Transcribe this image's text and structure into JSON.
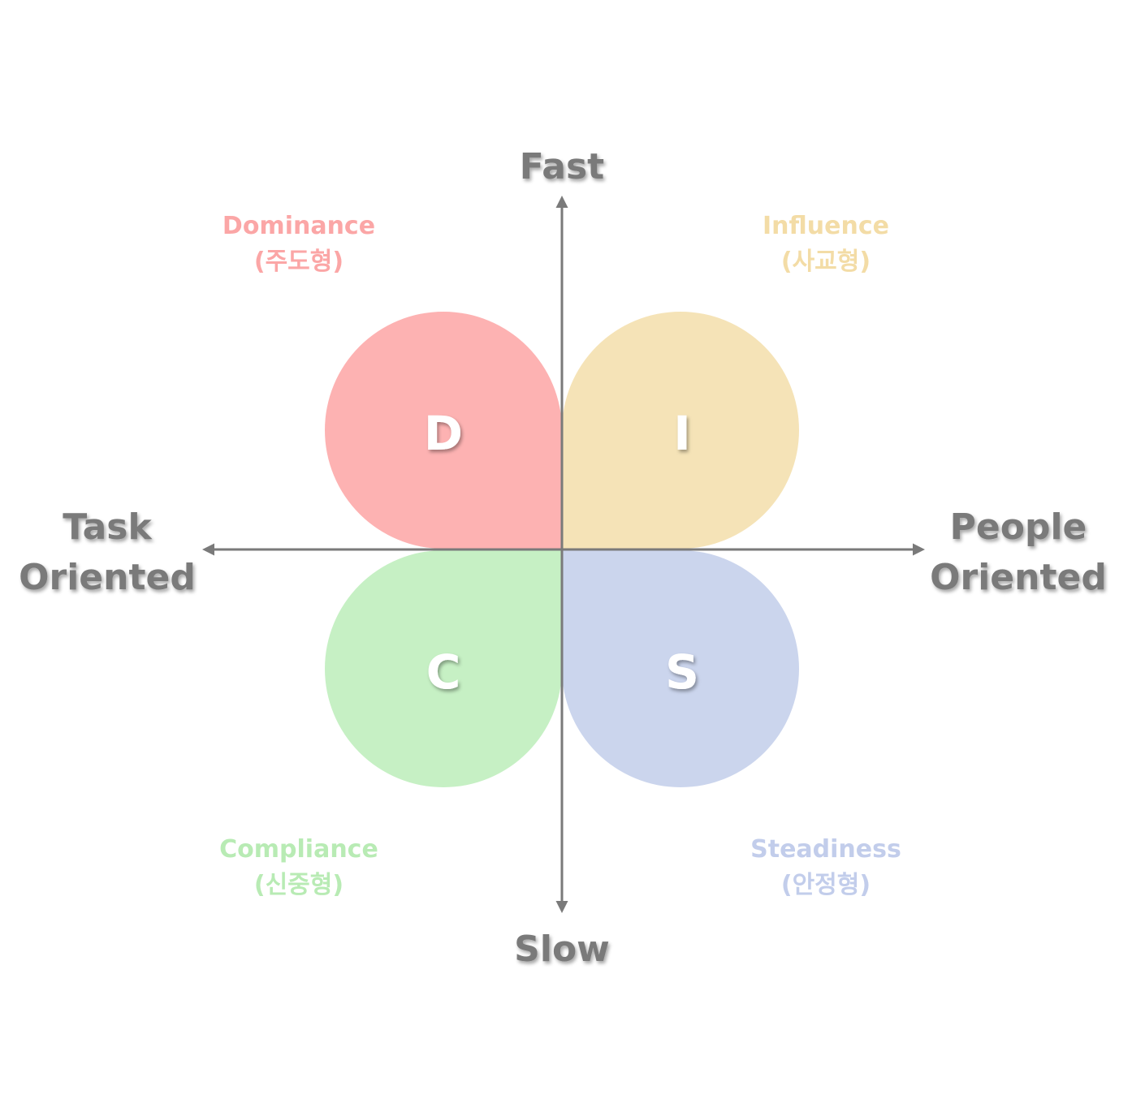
{
  "axes": {
    "top": "Fast",
    "bottom": "Slow",
    "left_line1": "Task",
    "left_line2": "Oriented",
    "right_line1": "People",
    "right_line2": "Oriented"
  },
  "quadrants": [
    {
      "id": "d",
      "letter": "D",
      "name": "Dominance",
      "korean": "(주도형)",
      "fill": "#fdb2b2",
      "label_color": "#fba6a6"
    },
    {
      "id": "i",
      "letter": "I",
      "name": "Influence",
      "korean": "(사교형)",
      "fill": "#f5e3b7",
      "label_color": "#f3dca6"
    },
    {
      "id": "c",
      "letter": "C",
      "name": "Compliance",
      "korean": "(신중형)",
      "fill": "#c6f0c4",
      "label_color": "#b8ebb4"
    },
    {
      "id": "s",
      "letter": "S",
      "name": "Steadiness",
      "korean": "(안정형)",
      "fill": "#cbd5ed",
      "label_color": "#c2cdeb"
    }
  ],
  "colors": {
    "axis": "#7a7a7a",
    "letter": "#ffffff"
  }
}
